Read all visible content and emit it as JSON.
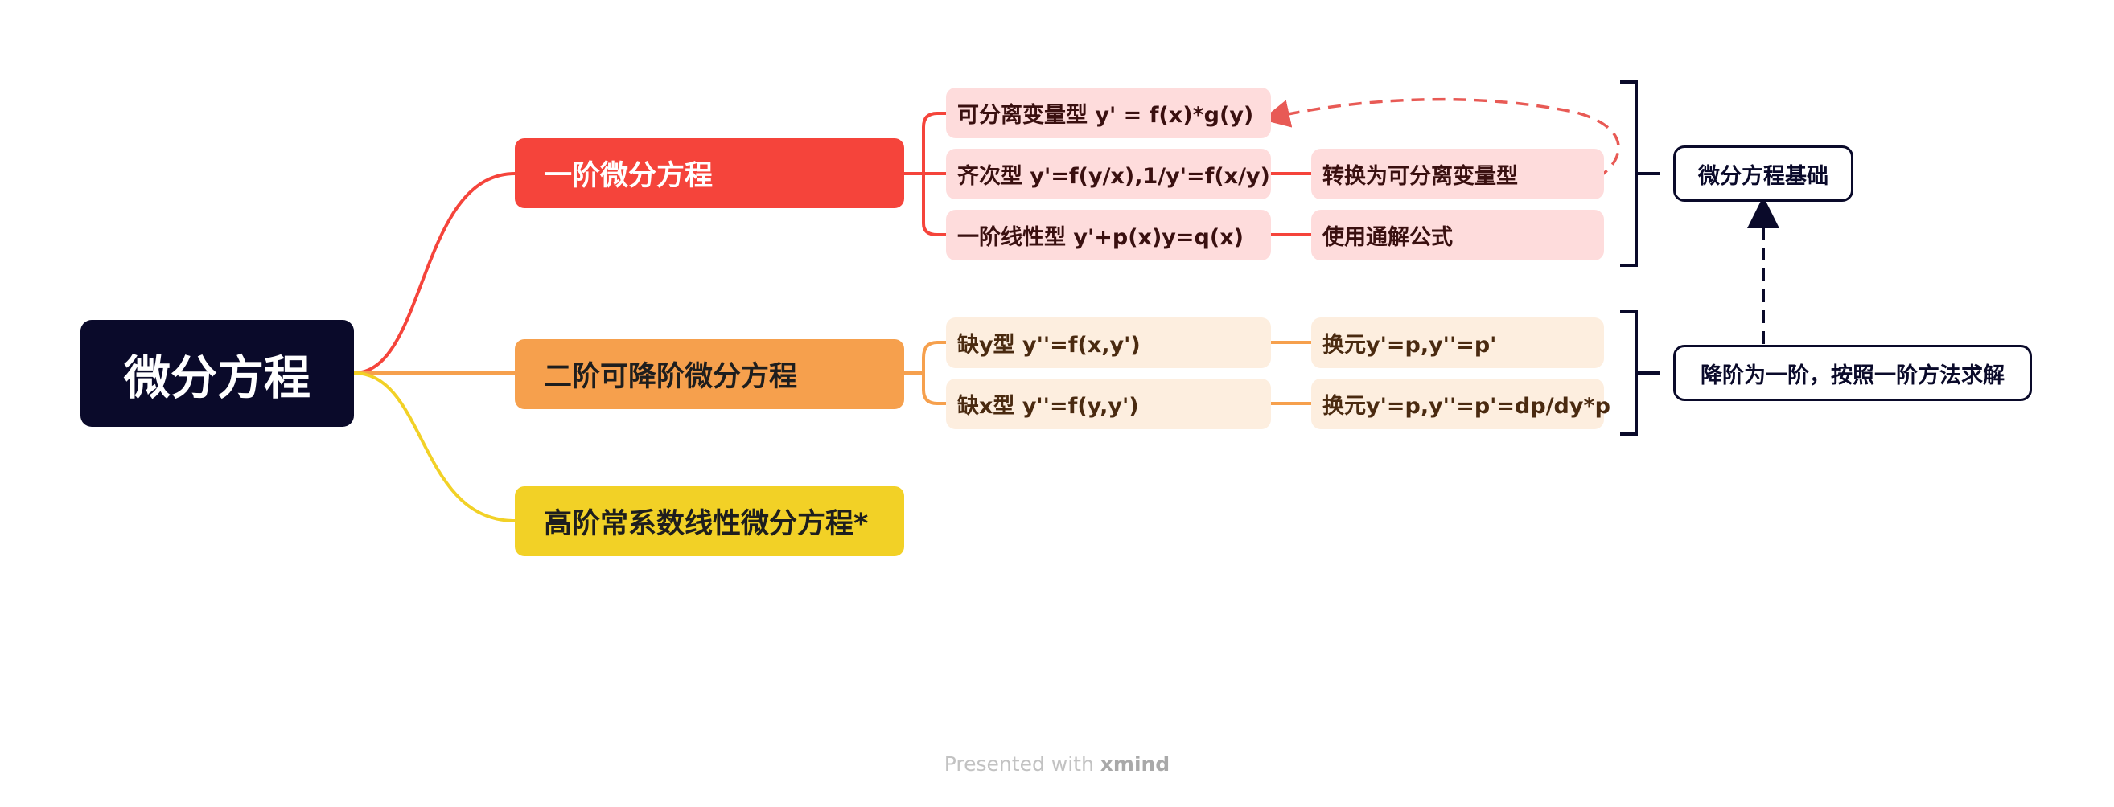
{
  "root": {
    "label": "微分方程"
  },
  "branches": [
    {
      "label": "一阶微分方程",
      "color": "#f5443b"
    },
    {
      "label": "二阶可降阶微分方程",
      "color": "#f6a04d"
    },
    {
      "label": "高阶常系数线性微分方程*",
      "color": "#f2d126"
    }
  ],
  "first_order": {
    "types": [
      "可分离变量型 y' = f(x)*g(y)",
      "齐次型 y'=f(y/x),1/y'=f(x/y)",
      "一阶线性型 y'+p(x)y=q(x)"
    ],
    "methods": [
      "转换为可分离变量型",
      "使用通解公式"
    ]
  },
  "second_order": {
    "types": [
      "缺y型 y''=f(x,y')",
      "缺x型 y''=f(y,y')"
    ],
    "methods": [
      "换元y'=p,y''=p'",
      "换元y'=p,y''=p'=dp/dy*p"
    ]
  },
  "summaries": {
    "first": "微分方程基础",
    "second": "降阶为一阶，按照一阶方法求解"
  },
  "credit": {
    "prefix": "Presented with",
    "brand": "xmind"
  },
  "colors": {
    "root": "#0a0a2a",
    "red_sub": "#fedcdc",
    "orange_sub": "#fdeedf",
    "relation": "#e85a55"
  }
}
